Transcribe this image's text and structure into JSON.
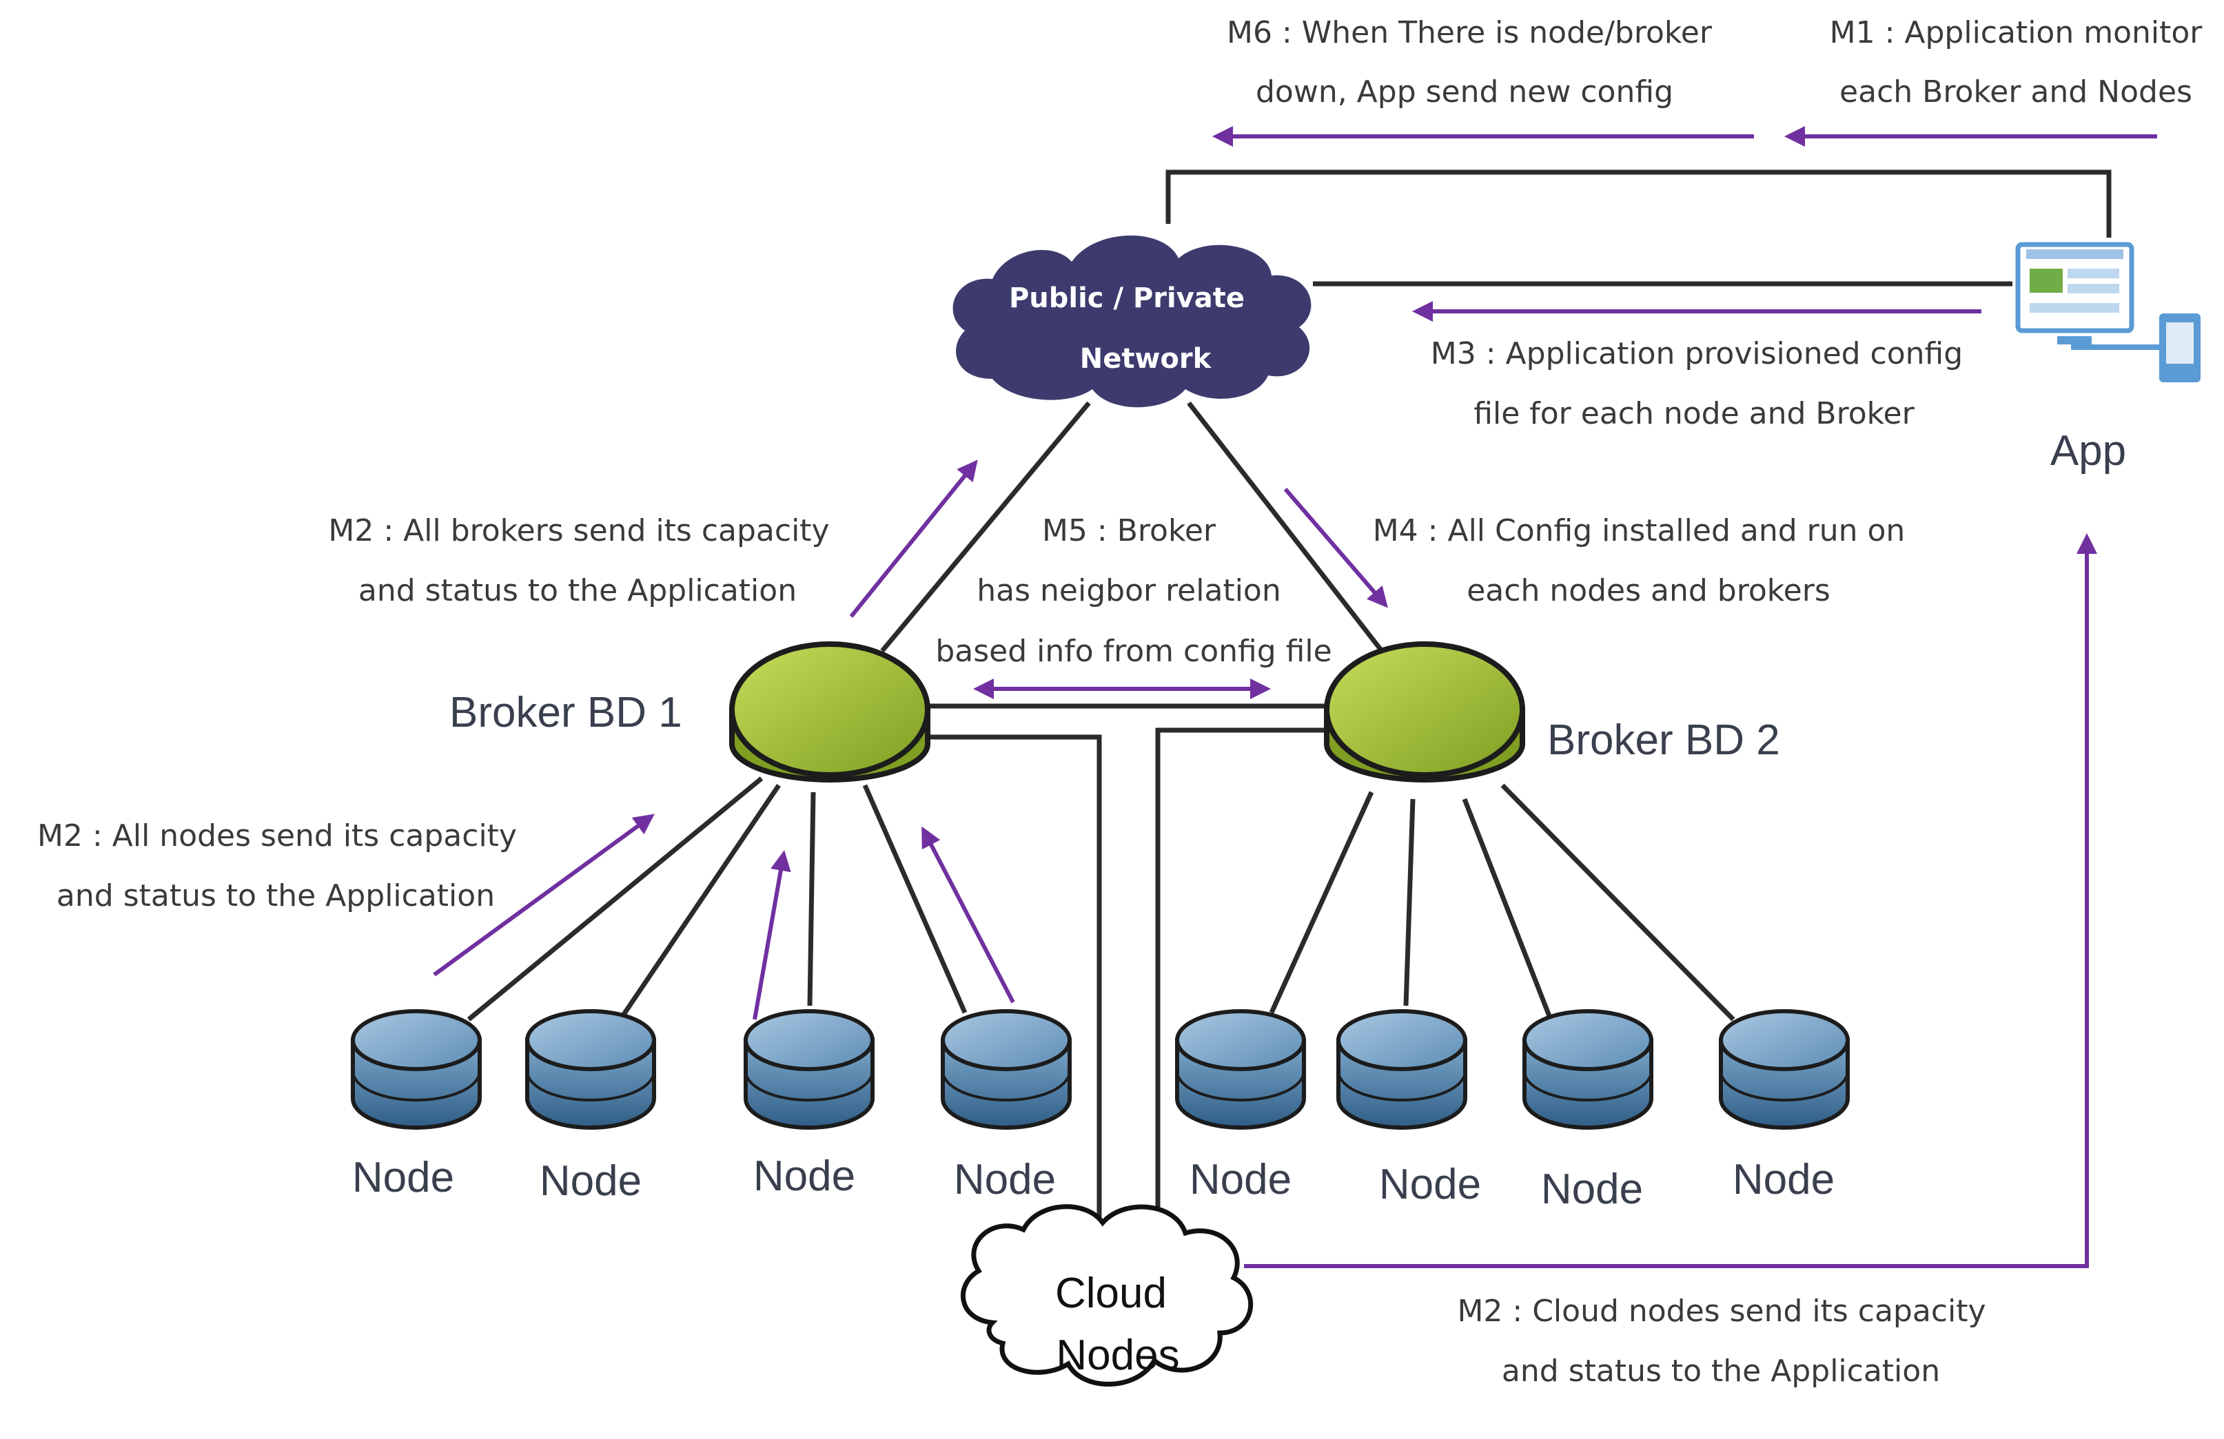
{
  "network": {
    "line1": "Public / Private",
    "line2": "Network"
  },
  "app": {
    "label": "App"
  },
  "brokers": [
    {
      "label": "Broker BD 1"
    },
    {
      "label": "Broker BD 2"
    }
  ],
  "nodes": [
    {
      "label": "Node"
    },
    {
      "label": "Node"
    },
    {
      "label": "Node"
    },
    {
      "label": "Node"
    },
    {
      "label": "Node"
    },
    {
      "label": "Node"
    },
    {
      "label": "Node"
    },
    {
      "label": "Node"
    }
  ],
  "cloud_nodes": {
    "line1": "Cloud",
    "line2": "Nodes"
  },
  "messages": {
    "m1": {
      "line1": "M1 : Application monitor",
      "line2": "each Broker and Nodes"
    },
    "m6": {
      "line1": "M6 : When There is node/broker",
      "line2": "down, App send new config"
    },
    "m3": {
      "line1": "M3 : Application provisioned config",
      "line2": "file for each node and Broker"
    },
    "m2_brokers": {
      "line1": "M2 : All brokers send its capacity",
      "line2": "and status to the Application"
    },
    "m5": {
      "line1": "M5 : Broker",
      "line2": "has neigbor relation",
      "line3": "based info from config file"
    },
    "m4": {
      "line1": "M4 :  All Config installed and run on",
      "line2": "each nodes and brokers"
    },
    "m2_nodes": {
      "line1": "M2 : All nodes send its capacity",
      "line2": "and status to the Application"
    },
    "m2_cloud": {
      "line1": "M2 : Cloud nodes send its capacity",
      "line2": "and status to the Application"
    }
  },
  "colors": {
    "arrow": "#7030a0",
    "line": "#2b2b2b",
    "network_cloud": "#3d3b6e",
    "broker_green": "#9bbb30",
    "node_blue": "#4f7fa8"
  }
}
